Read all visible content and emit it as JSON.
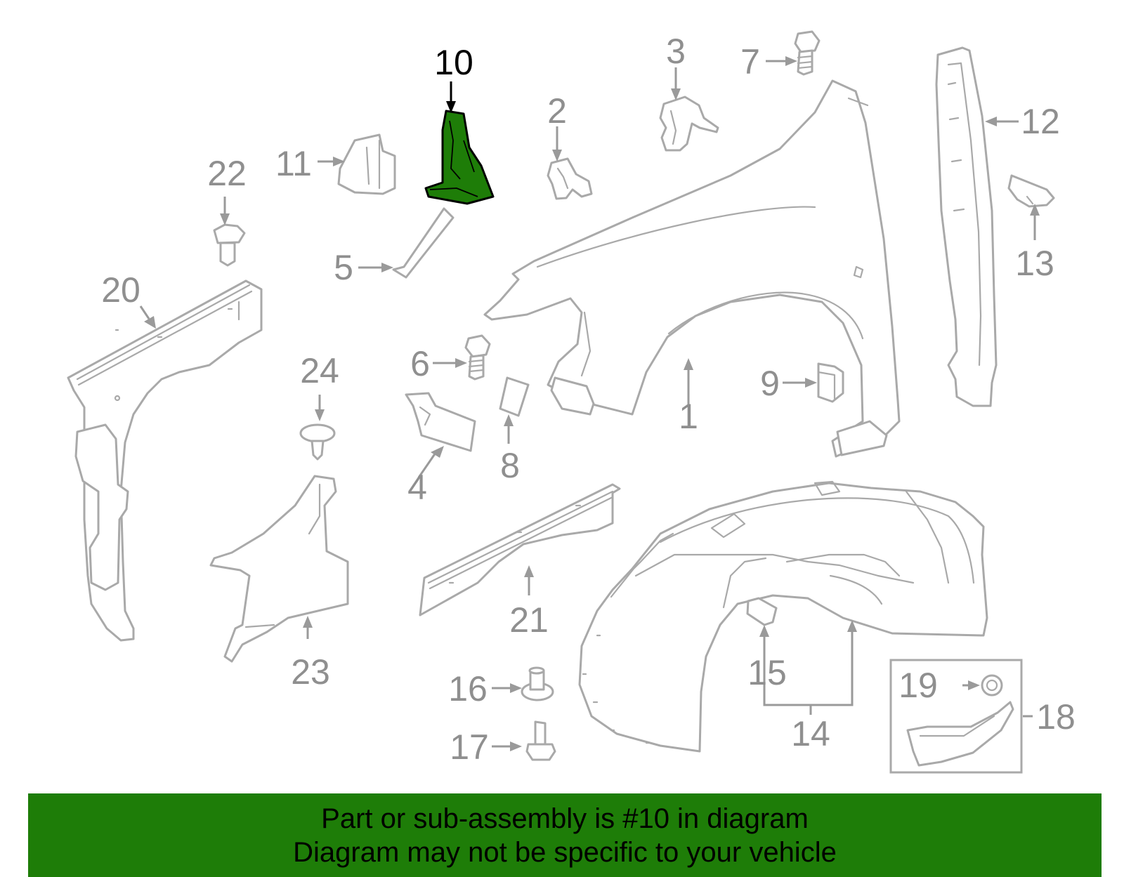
{
  "highlight_color": "#1e7d08",
  "highlighted_part": "10",
  "callouts": {
    "c1": "1",
    "c2": "2",
    "c3": "3",
    "c4": "4",
    "c5": "5",
    "c6": "6",
    "c7": "7",
    "c8": "8",
    "c9": "9",
    "c10": "10",
    "c11": "11",
    "c12": "12",
    "c13": "13",
    "c14": "14",
    "c15": "15",
    "c16": "16",
    "c17": "17",
    "c18": "18",
    "c19": "19",
    "c20": "20",
    "c21": "21",
    "c22": "22",
    "c23": "23",
    "c24": "24"
  },
  "footer": {
    "line1": "Part or sub-assembly is #10 in diagram",
    "line2": "Diagram may not be specific to your vehicle"
  }
}
